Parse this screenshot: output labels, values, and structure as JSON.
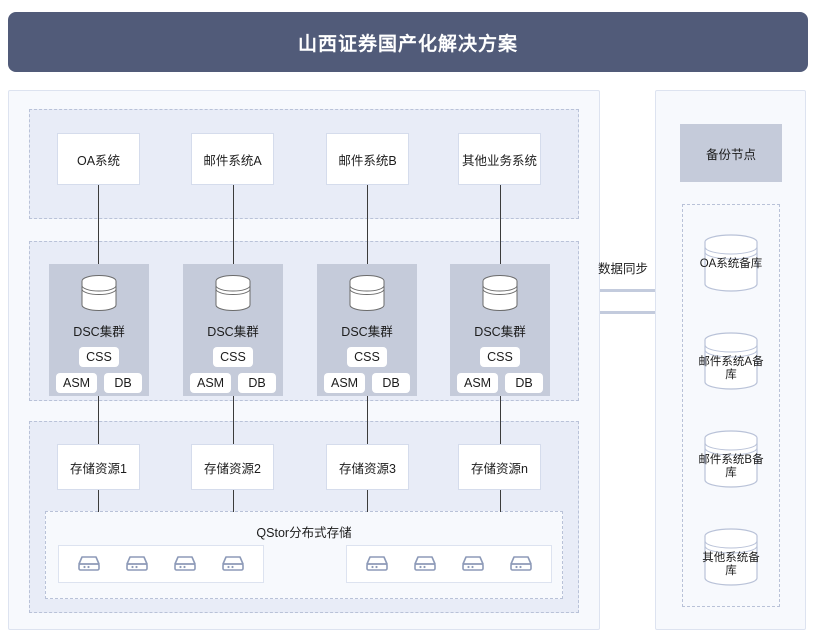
{
  "title": "山西证券国产化解决方案",
  "business_systems": [
    {
      "label": "OA系统"
    },
    {
      "label": "邮件系统A"
    },
    {
      "label": "邮件系统B"
    },
    {
      "label": "其他业务系统"
    }
  ],
  "clusters": [
    {
      "label": "DSC集群",
      "css": "CSS",
      "asm": "ASM",
      "db": "DB"
    },
    {
      "label": "DSC集群",
      "css": "CSS",
      "asm": "ASM",
      "db": "DB"
    },
    {
      "label": "DSC集群",
      "css": "CSS",
      "asm": "ASM",
      "db": "DB"
    },
    {
      "label": "DSC集群",
      "css": "CSS",
      "asm": "ASM",
      "db": "DB"
    }
  ],
  "storage_resources": [
    {
      "label": "存储资源1"
    },
    {
      "label": "存储资源2"
    },
    {
      "label": "存储资源3"
    },
    {
      "label": "存储资源n"
    }
  ],
  "qstor": {
    "title": "QStor分布式存储",
    "group_left_count": 4,
    "group_right_count": 4,
    "server_icon": "server-icon"
  },
  "sync": {
    "label": "数据同步"
  },
  "backup": {
    "header": "备份节点",
    "items": [
      {
        "label": "OA系统备库"
      },
      {
        "label": "邮件系统A备库"
      },
      {
        "label": "邮件系统B备库"
      },
      {
        "label": "其他系统备库"
      }
    ]
  },
  "colors": {
    "banner": "#515b79",
    "panel_bg": "#f7f9fd",
    "zone_bg": "#e8ecf7",
    "cluster_bg": "#c5cbda",
    "icon_stroke": "#8d9ab8",
    "line": "#3b3b3b",
    "connector": "#c3cbdd"
  }
}
